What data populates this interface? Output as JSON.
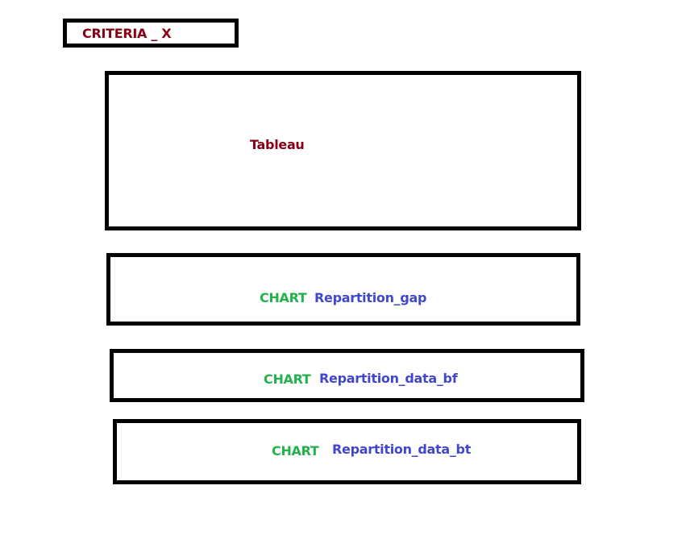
{
  "criteria": {
    "label": "CRITERIA _ X"
  },
  "table": {
    "label": "Tableau"
  },
  "charts": [
    {
      "prefix": "CHART",
      "name": "Repartition_gap"
    },
    {
      "prefix": "CHART",
      "name": "Repartition_data_bf"
    },
    {
      "prefix": "CHART",
      "name": "Repartition_data_bt"
    }
  ],
  "colors": {
    "title": "#880015",
    "chart_prefix": "#22b14c",
    "chart_name": "#3f48cc",
    "border": "#000000"
  }
}
